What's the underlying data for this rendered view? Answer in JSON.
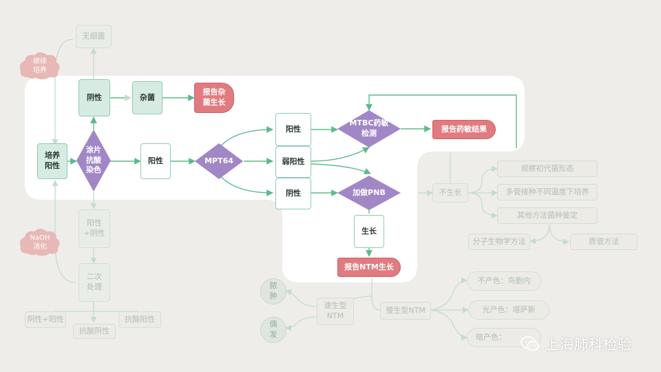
{
  "nodes": {
    "none_bact": "无细菌",
    "neg_top": "阴性",
    "contam": "杂菌",
    "report_contam": "报告杂\n菌生长",
    "culture_pos": "培养\n阳性",
    "smear": "涂片\n抗酸\n染色",
    "pos_mid": "阳性",
    "mpt64": "MPT64",
    "right_pos": "阳性",
    "weak_pos": "弱阳性",
    "right_neg": "阴性",
    "mtbc_test": "MTBC药敏\n检测",
    "report_dst": "报告药敏结果",
    "add_pnb": "加做PNB",
    "no_growth": "不生长",
    "obs_colony": "观察初代菌形态",
    "multi_temp": "多管接种不同温度下培养",
    "other_id": "其他方法菌种鉴定",
    "mol_bio": "分子生物学方法",
    "mass_spec": "质谱方法",
    "growth": "生长",
    "report_ntm": "报告NTM生长",
    "rapid_ntm": "速生型\nNTM",
    "slow_ntm": "慢生型NTM",
    "bladder": "脓\n肿",
    "chance": "偶\n发",
    "nonchromo": "不产色：鸟胞内",
    "photochromo": "光产色：堪萨斯",
    "scoto_prefix": "暗产色：",
    "pos_neg": "阳性\n+阴性",
    "retreat": "二次\n处理",
    "acid_pos_neg": "阴性+阳性",
    "acid_neg": "抗酸阴性",
    "acid_pos": "抗酸阳性"
  },
  "clouds": {
    "continue_culture": "继续\n培养",
    "naoh_digest": "NaOH\n消化"
  },
  "watermark": {
    "text": "上海肺科检验",
    "icon": "wechat-icon"
  },
  "colors": {
    "background": "#eeede9",
    "highlight_panel": "#ffffff",
    "diamond_purple": "#a287c6",
    "green_box": "#d6ece3",
    "report_red": "#e07b7f",
    "arrow_green": "#5fb88c",
    "faded_line": "#bcd9c8",
    "cloud_pink": "#e7b8b5"
  }
}
